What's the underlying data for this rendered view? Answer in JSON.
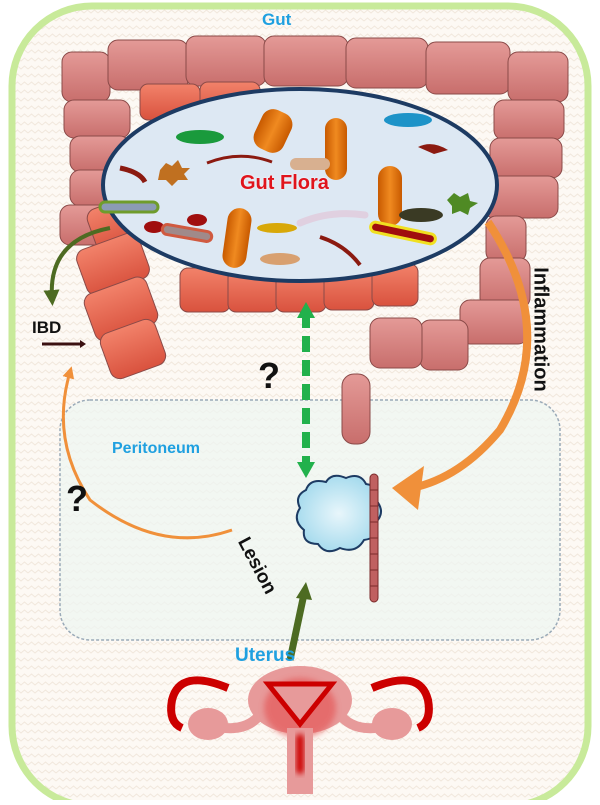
{
  "title": "Gut",
  "gut_flora_label": "Gut Flora",
  "peritoneum_label": "Peritoneum",
  "lesion_label": "Lesion",
  "uterus_label": "Uterus",
  "inflammation_label": "Inflammation",
  "ibd_label": "IBD",
  "question_marks": [
    "?",
    "?"
  ],
  "colors": {
    "frame_border": "#c8ea9a",
    "background": "#fdf9f4",
    "colon_upper": "#d7807d",
    "colon_lower": "#e56c55",
    "flora_ellipse": "#dde8f3",
    "flora_outline": "#1d3b63",
    "label_blue": "#1fa0e0",
    "label_red": "#e0141c",
    "orange_arrow": "#f0903a",
    "green_dashed": "#22b14c",
    "olive_arrow": "#4d6b22",
    "uterus_red": "#cc0000",
    "uterus_pink": "#e79a9a"
  }
}
